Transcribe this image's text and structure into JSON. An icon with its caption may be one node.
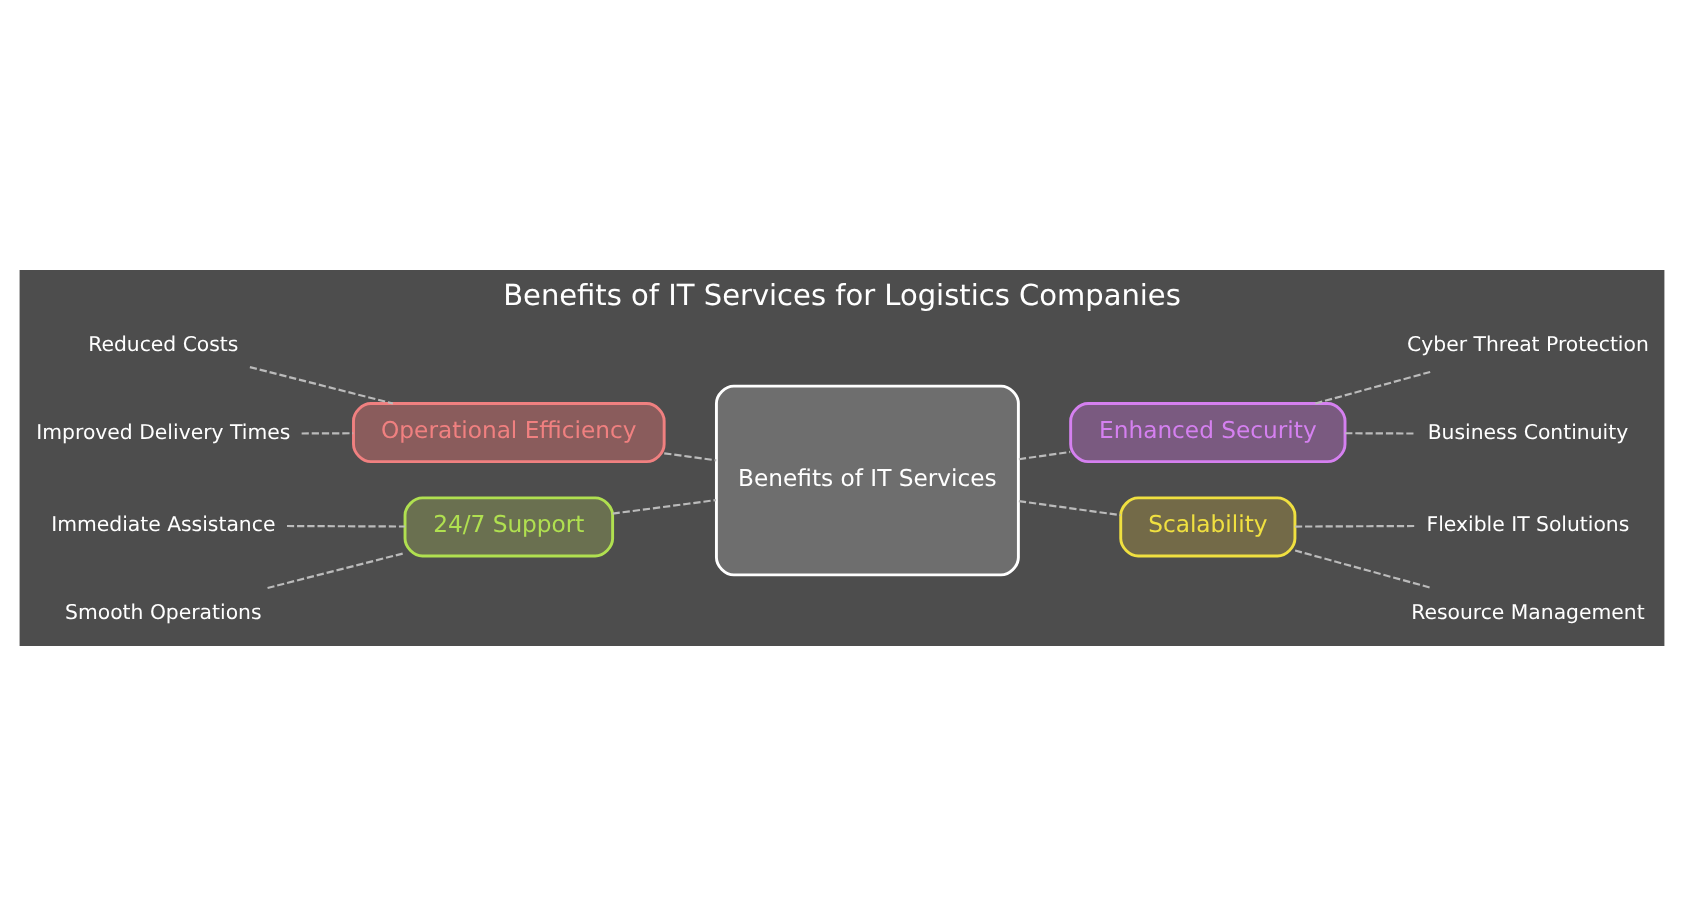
{
  "diagram": {
    "title": "Benefits of IT Services for Logistics Companies",
    "nodes": [
      {
        "text": [
          "Benefits of IT Services"
        ]
      },
      {
        "text": [
          "Operational Efficiency"
        ]
      },
      {
        "text": [
          "Reduced Costs"
        ]
      },
      {
        "text": [
          "Improved Delivery Times"
        ]
      },
      {
        "text": [
          "Enhanced Security"
        ]
      },
      {
        "text": [
          "Cyber Threat Protection"
        ]
      },
      {
        "text": [
          "Business Continuity"
        ]
      },
      {
        "text": [
          "24/7 Support"
        ]
      },
      {
        "text": [
          "Immediate Assistance"
        ]
      },
      {
        "text": [
          "Smooth Operations"
        ]
      },
      {
        "text": [
          "Scalability"
        ]
      },
      {
        "text": [
          "Flexible IT Solutions"
        ]
      },
      {
        "text": [
          "Resource Management"
        ]
      }
    ],
    "edges": [
      {
        "from": 0,
        "to": 1,
        "arrow": "none",
        "style": "dashed"
      },
      {
        "from": 1,
        "to": 2,
        "arrow": "none",
        "style": "dashed"
      },
      {
        "from": 1,
        "to": 3,
        "arrow": "none",
        "style": "dashed"
      },
      {
        "from": 0,
        "to": 4,
        "arrow": "none",
        "style": "dashed"
      },
      {
        "from": 4,
        "to": 5,
        "arrow": "none",
        "style": "dashed"
      },
      {
        "from": 4,
        "to": 6,
        "arrow": "none",
        "style": "dashed"
      },
      {
        "from": 0,
        "to": 7,
        "arrow": "none",
        "style": "dashed"
      },
      {
        "from": 7,
        "to": 8,
        "arrow": "none",
        "style": "dashed"
      },
      {
        "from": 7,
        "to": 9,
        "arrow": "none",
        "style": "dashed"
      },
      {
        "from": 0,
        "to": 10,
        "arrow": "none",
        "style": "dashed"
      },
      {
        "from": 10,
        "to": 11,
        "arrow": "none",
        "style": "dashed"
      },
      {
        "from": 10,
        "to": 12,
        "arrow": "none",
        "style": "dashed"
      }
    ]
  }
}
